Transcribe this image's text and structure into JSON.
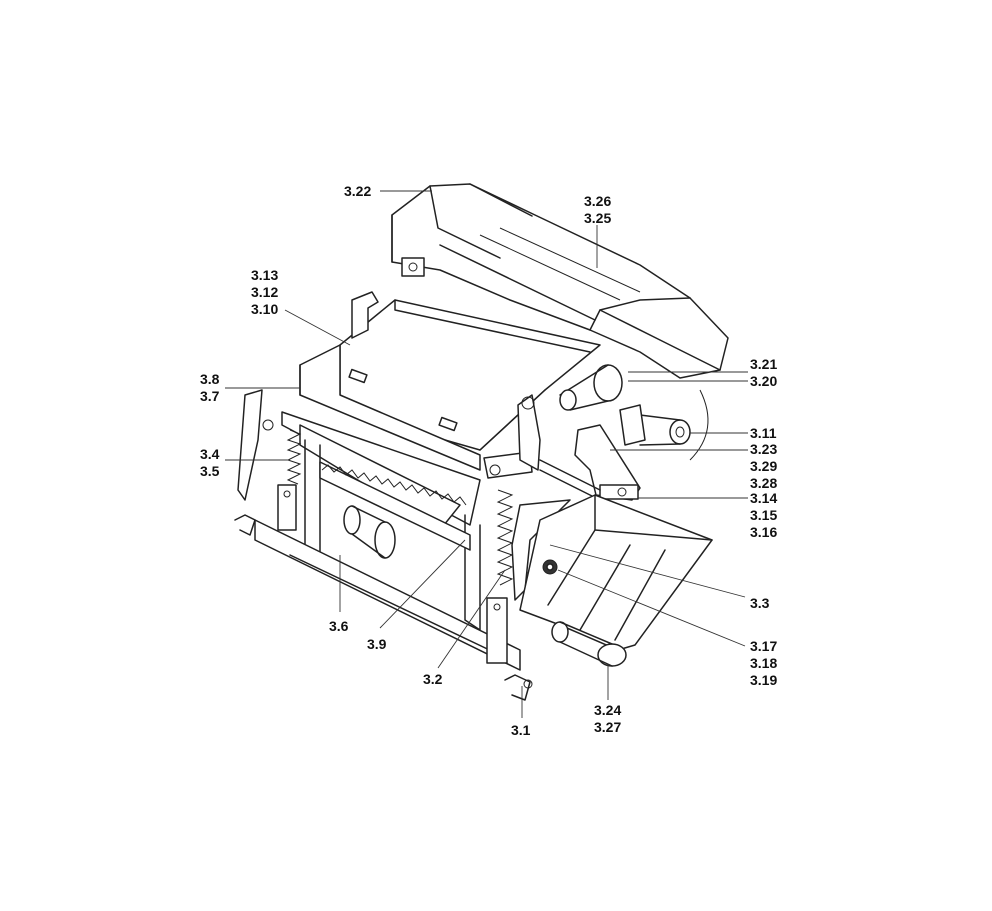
{
  "callouts": {
    "c_3_22": [
      "3.22"
    ],
    "c_3_26": [
      "3.26",
      "3.25"
    ],
    "c_3_13": [
      "3.13",
      "3.12",
      "3.10"
    ],
    "c_3_8": [
      "3.8",
      "3.7"
    ],
    "c_3_4": [
      "3.4",
      "3.5"
    ],
    "c_3_21": [
      "3.21",
      "3.20"
    ],
    "c_3_11": [
      "3.11"
    ],
    "c_3_23": [
      "3.23",
      "3.29",
      "3.28"
    ],
    "c_3_14": [
      "3.14",
      "3.15",
      "3.16"
    ],
    "c_3_3": [
      "3.3"
    ],
    "c_3_17": [
      "3.17",
      "3.18",
      "3.19"
    ],
    "c_3_24": [
      "3.24",
      "3.27"
    ],
    "c_3_6": [
      "3.6"
    ],
    "c_3_9": [
      "3.9"
    ],
    "c_3_2": [
      "3.2"
    ],
    "c_3_1": [
      "3.1"
    ]
  }
}
